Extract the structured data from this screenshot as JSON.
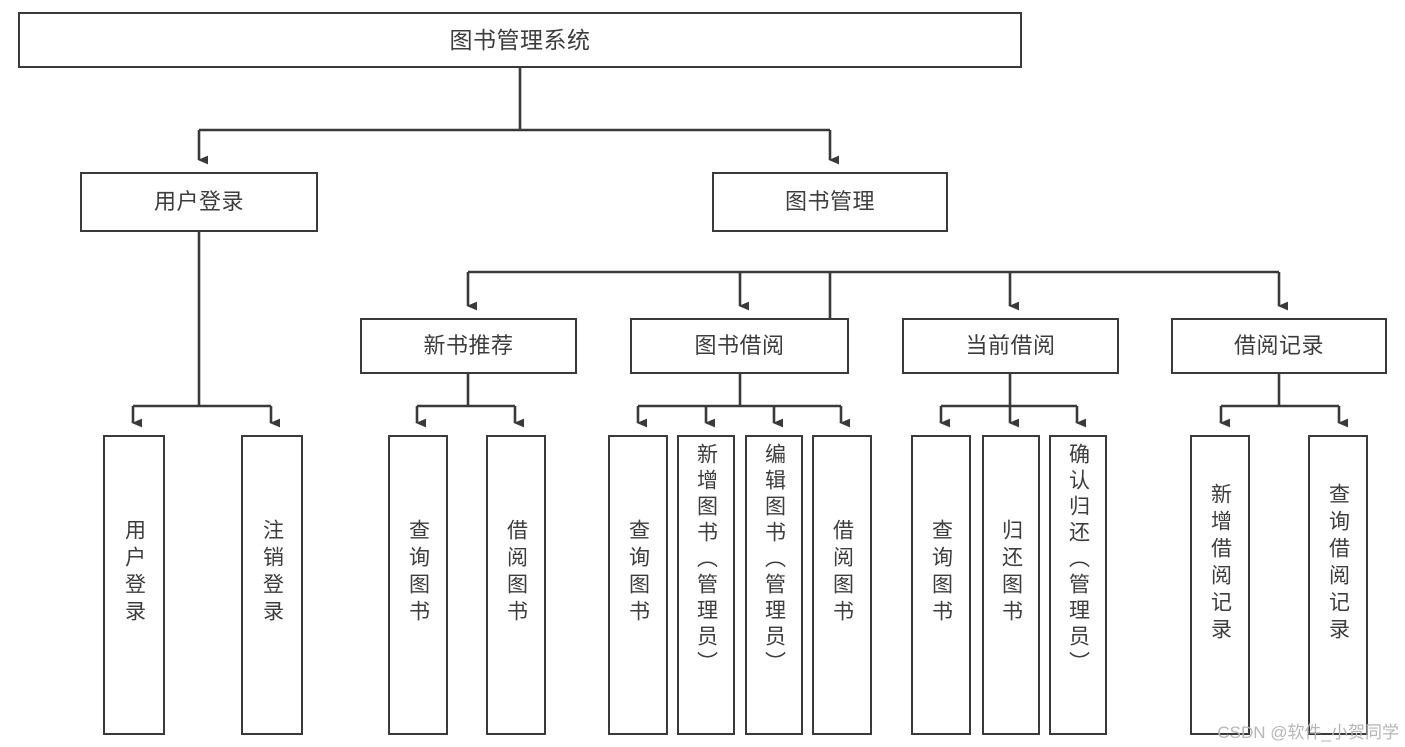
{
  "diagram": {
    "title": "图书管理系统",
    "watermark": "CSDN @软件_小贺同学",
    "colors": {
      "stroke": "#3a3a3a",
      "fill": "#ffffff",
      "text": "#3d3d3d",
      "watermark": "#b6b6b6"
    },
    "root": {
      "label": "图书管理系统"
    },
    "level2": [
      {
        "label": "用户登录"
      },
      {
        "label": "图书管理"
      }
    ],
    "level3": [
      {
        "label": "新书推荐"
      },
      {
        "label": "图书借阅"
      },
      {
        "label": "当前借阅"
      },
      {
        "label": "借阅记录"
      }
    ],
    "leaves": {
      "user_login": [
        {
          "label": "用户登录"
        },
        {
          "label": "注销登录"
        }
      ],
      "new_book": [
        {
          "label": "查询图书"
        },
        {
          "label": "借阅图书"
        }
      ],
      "book_borrow": [
        {
          "label": "查询图书"
        },
        {
          "label": "新增图书（管理员）"
        },
        {
          "label": "编辑图书（管理员）"
        },
        {
          "label": "借阅图书"
        }
      ],
      "current_borrow": [
        {
          "label": "查询图书"
        },
        {
          "label": "归还图书"
        },
        {
          "label": "确认归还（管理员）"
        }
      ],
      "borrow_record": [
        {
          "label": "新增借阅记录"
        },
        {
          "label": "查询借阅记录"
        }
      ]
    }
  }
}
